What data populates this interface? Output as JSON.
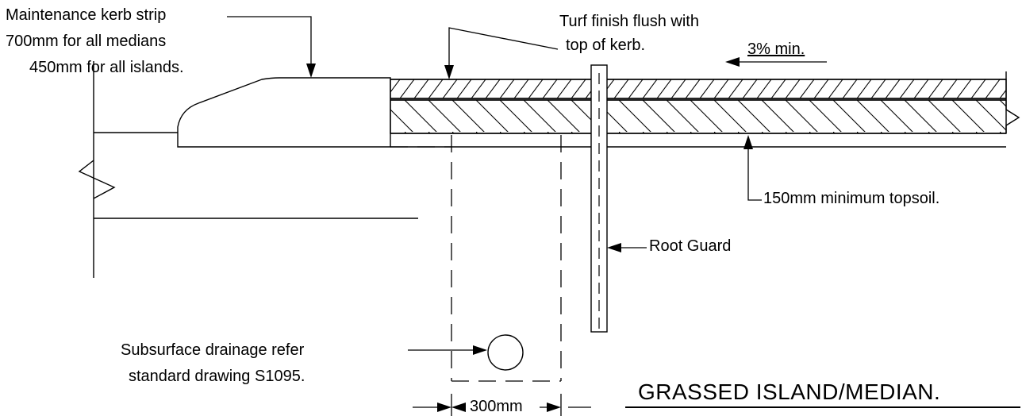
{
  "labels": {
    "kerb_strip_l1": "Maintenance kerb strip",
    "kerb_strip_l2": "700mm for all medians",
    "kerb_strip_l3": "450mm for all islands.",
    "turf_l1": "Turf finish flush with",
    "turf_l2": "top of kerb.",
    "fall": "3% min.",
    "topsoil": "150mm minimum topsoil.",
    "root_guard": "Root Guard",
    "drain_l1": "Subsurface drainage refer",
    "drain_l2": "standard drawing S1095.",
    "width": "300mm",
    "title": "GRASSED ISLAND/MEDIAN."
  },
  "colors": {
    "ink": "#000000",
    "paper": "#ffffff"
  }
}
